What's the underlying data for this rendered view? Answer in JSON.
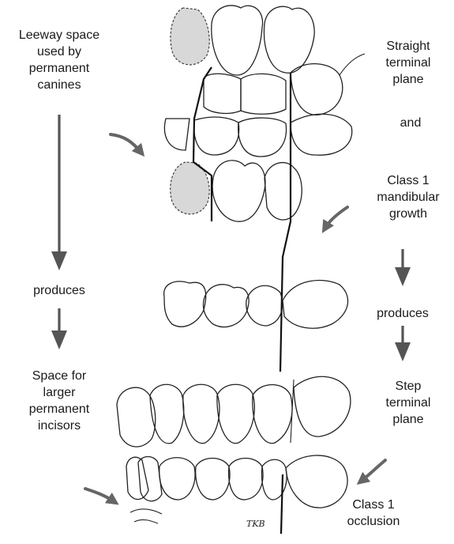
{
  "labels": {
    "leeway": [
      "Leeway space",
      "used by",
      "permanent",
      "canines"
    ],
    "produces_left": "produces",
    "space_for": [
      "Space for",
      "larger",
      "permanent",
      "incisors"
    ],
    "straight_plane": [
      "Straight",
      "terminal",
      "plane"
    ],
    "and": "and",
    "class1_growth": [
      "Class 1",
      "mandibular",
      "growth"
    ],
    "produces_right": "produces",
    "step_plane": [
      "Step",
      "terminal",
      "plane"
    ],
    "class1_occlusion": [
      "Class 1",
      "occlusion"
    ],
    "initials": "TKB"
  }
}
